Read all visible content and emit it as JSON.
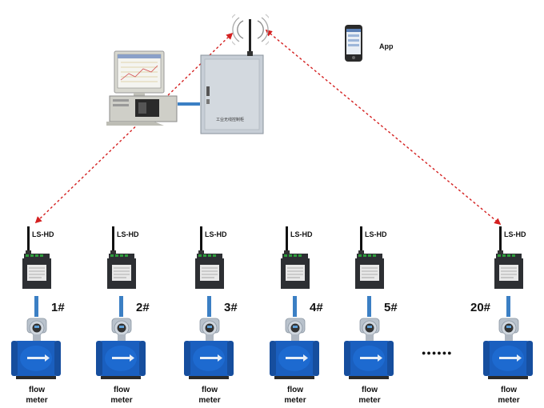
{
  "app_label": "App",
  "cabinet_text": "工业无线控制柜",
  "gateway_model": "LS-HD",
  "meter_line1": "flow",
  "meter_line2": "meter",
  "ellipsis": "●●●●●●",
  "stations": [
    {
      "number": "1#"
    },
    {
      "number": "2#"
    },
    {
      "number": "3#"
    },
    {
      "number": "4#"
    },
    {
      "number": "5#"
    },
    {
      "number": "20#"
    }
  ],
  "colors": {
    "link": "#d42020",
    "meter_blue": "#1a5fbf",
    "cable": "#3b7fc4",
    "gateway": "#2d2f33"
  }
}
